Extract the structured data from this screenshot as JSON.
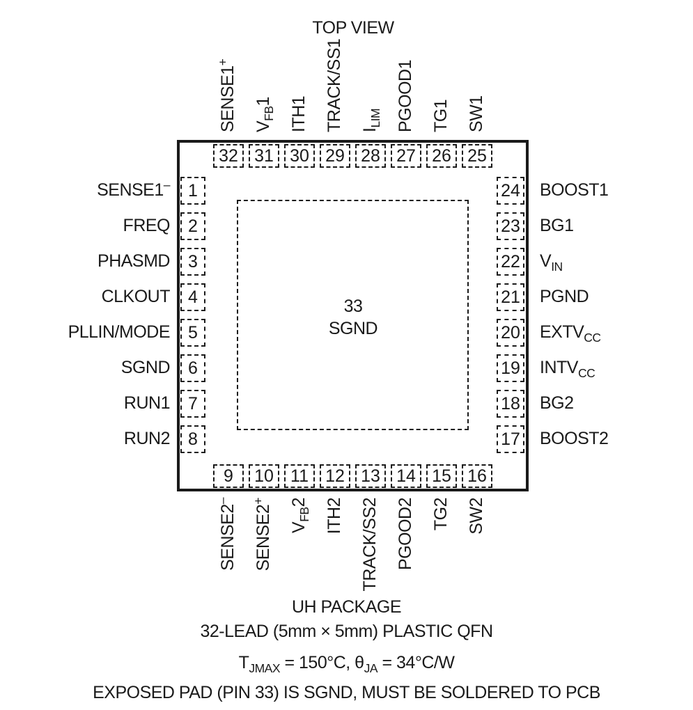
{
  "title": "TOP VIEW",
  "exposed_pad": {
    "number": "33",
    "name": "SGND"
  },
  "left_pins": [
    {
      "num": "1",
      "name": "SENSE1",
      "sup": "–"
    },
    {
      "num": "2",
      "name": "FREQ"
    },
    {
      "num": "3",
      "name": "PHASMD"
    },
    {
      "num": "4",
      "name": "CLKOUT"
    },
    {
      "num": "5",
      "name": "PLLIN/MODE"
    },
    {
      "num": "6",
      "name": "SGND"
    },
    {
      "num": "7",
      "name": "RUN1"
    },
    {
      "num": "8",
      "name": "RUN2"
    }
  ],
  "right_pins": [
    {
      "num": "24",
      "name": "BOOST1"
    },
    {
      "num": "23",
      "name": "BG1"
    },
    {
      "num": "22",
      "name": "V",
      "sub": "IN"
    },
    {
      "num": "21",
      "name": "PGND"
    },
    {
      "num": "20",
      "name": "EXTV",
      "sub": "CC"
    },
    {
      "num": "19",
      "name": "INTV",
      "sub": "CC"
    },
    {
      "num": "18",
      "name": "BG2"
    },
    {
      "num": "17",
      "name": "BOOST2"
    }
  ],
  "top_pins": [
    {
      "num": "32",
      "name": "SENSE1",
      "sup": "+"
    },
    {
      "num": "31",
      "name": "V",
      "sub": "FB",
      "suffix": "1"
    },
    {
      "num": "30",
      "name": "ITH1"
    },
    {
      "num": "29",
      "name": "TRACK/SS1"
    },
    {
      "num": "28",
      "name": "I",
      "sub": "LIM"
    },
    {
      "num": "27",
      "name": "PGOOD1"
    },
    {
      "num": "26",
      "name": "TG1"
    },
    {
      "num": "25",
      "name": "SW1"
    }
  ],
  "bottom_pins": [
    {
      "num": "9",
      "name": "SENSE2",
      "sup": "–"
    },
    {
      "num": "10",
      "name": "SENSE2",
      "sup": "+"
    },
    {
      "num": "11",
      "name": "V",
      "sub": "FB",
      "suffix": "2"
    },
    {
      "num": "12",
      "name": "ITH2"
    },
    {
      "num": "13",
      "name": "TRACK/SS2"
    },
    {
      "num": "14",
      "name": "PGOOD2"
    },
    {
      "num": "15",
      "name": "TG2"
    },
    {
      "num": "16",
      "name": "SW2"
    }
  ],
  "footer": {
    "line1": "UH PACKAGE",
    "line2": "32-LEAD (5mm × 5mm) PLASTIC QFN",
    "line3_a": "T",
    "line3_a_sub": "JMAX",
    "line3_b": " = 150°C, θ",
    "line3_b_sub": "JA",
    "line3_c": " = 34°C/W",
    "line4": "EXPOSED PAD (PIN 33) IS SGND, MUST BE SOLDERED TO PCB"
  }
}
